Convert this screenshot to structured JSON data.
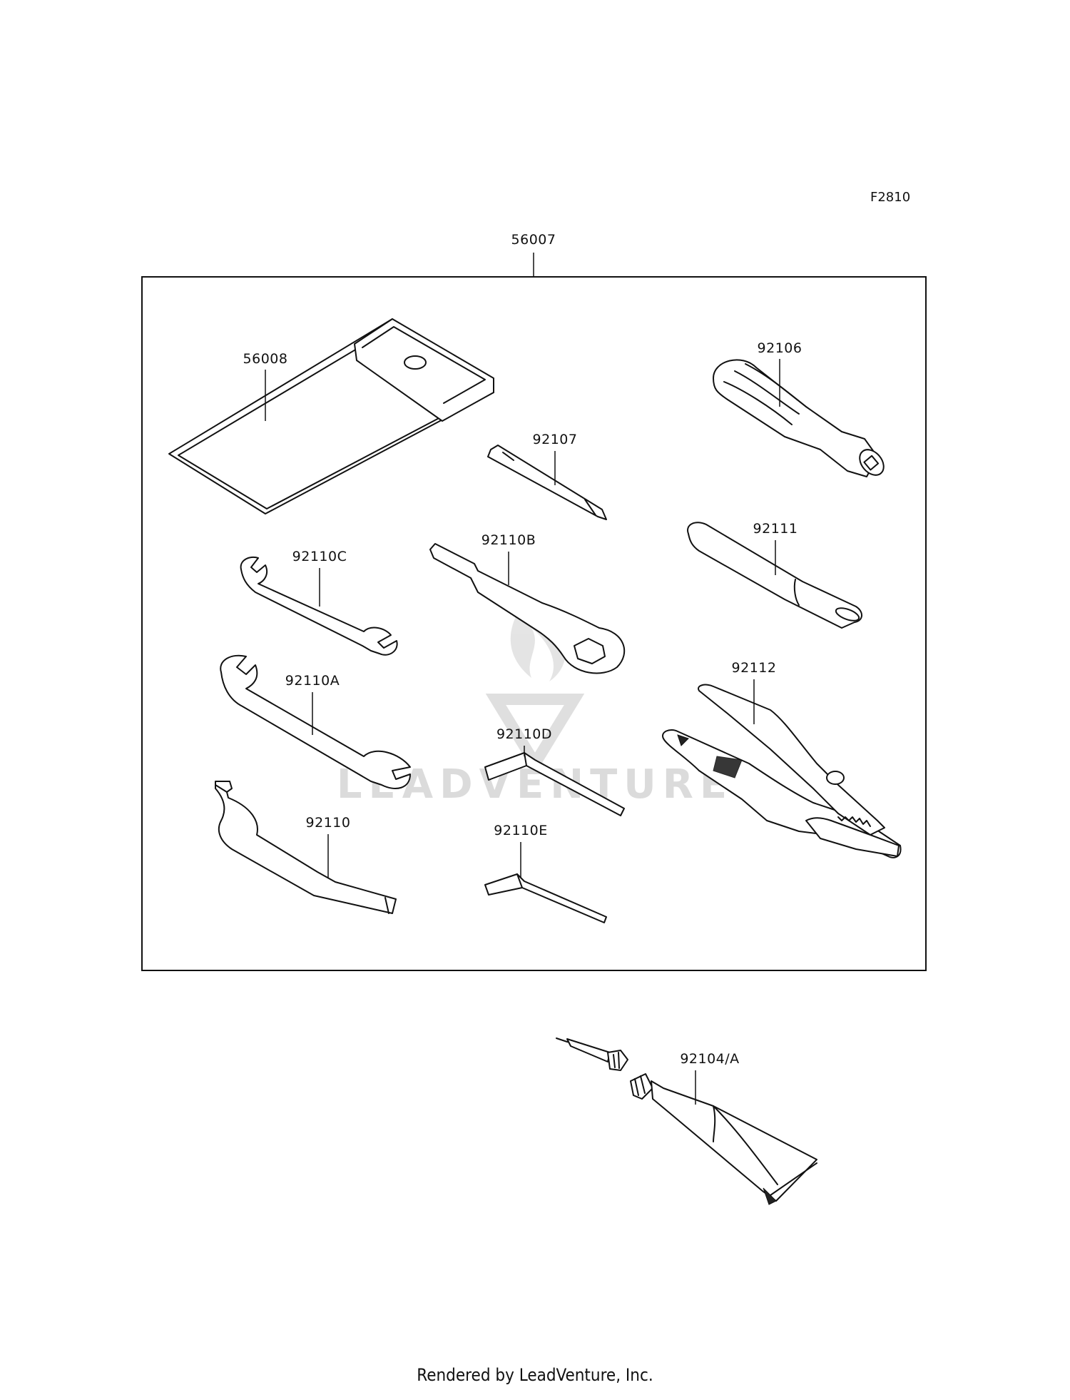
{
  "diagram_ref": "F2810",
  "kit_label": "56007",
  "parts": {
    "p56008": "56008",
    "p92106": "92106",
    "p92107": "92107",
    "p92110C": "92110C",
    "p92110B": "92110B",
    "p92111": "92111",
    "p92110A": "92110A",
    "p92110D": "92110D",
    "p92112": "92112",
    "p92110": "92110",
    "p92110E": "92110E",
    "p92104A": "92104/A"
  },
  "watermark": "LEADVENTURE",
  "footer": "Rendered by LeadVenture, Inc."
}
